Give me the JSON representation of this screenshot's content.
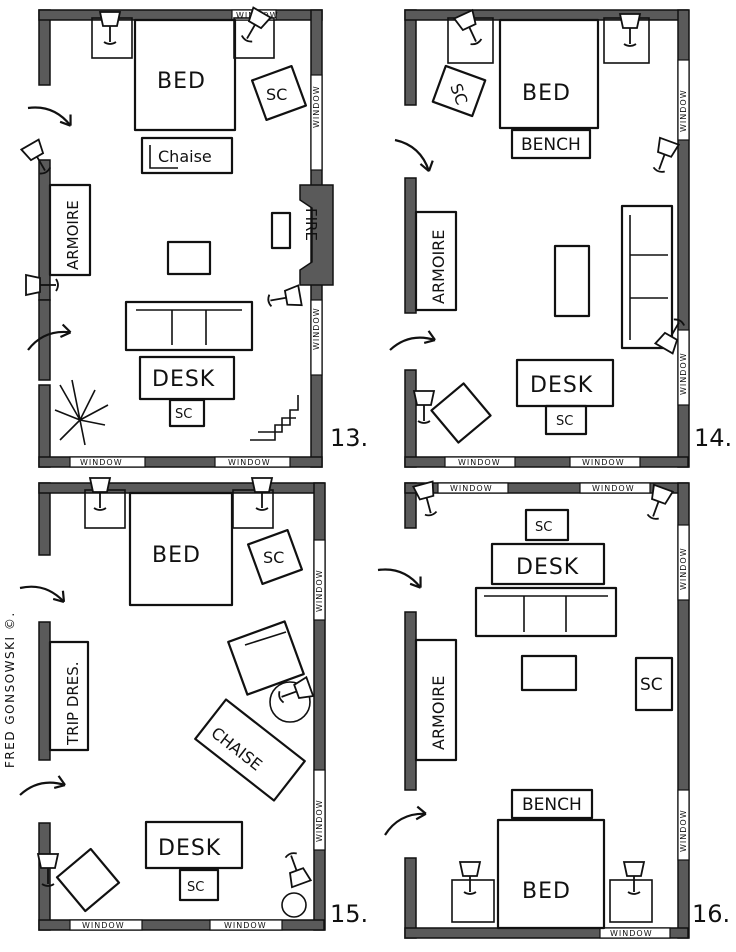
{
  "credit": "FRED GONSOWSKI ©.",
  "plans": [
    {
      "number": "13.",
      "labels": {
        "bed": "BED",
        "chaise": "Chaise",
        "armoire": "ARMOIRE",
        "fire": "FIRE",
        "desk": "DESK",
        "sc_1": "SC",
        "sc_2": "SC",
        "window_right": "WINDOW",
        "window_bottom_1": "WINDOW",
        "window_bottom_2": "WINDOW",
        "window_top": "WINDOW",
        "window_right_lower": "WINDOW"
      }
    },
    {
      "number": "14.",
      "labels": {
        "bed": "BED",
        "bench": "BENCH",
        "armoire": "ARMOIRE",
        "desk": "DESK",
        "sc_1": "SC",
        "sc_2": "SC",
        "window_right": "WINDOW",
        "window_right_lower": "WINDOW",
        "window_bottom_1": "WINDOW",
        "window_bottom_2": "WINDOW"
      }
    },
    {
      "number": "15.",
      "labels": {
        "bed": "BED",
        "trip_dres": "TRIP DRES.",
        "chaise": "CHAISE",
        "desk": "DESK",
        "sc_1": "SC",
        "sc_2": "SC",
        "window_right": "WINDOW",
        "window_right_lower": "WINDOW",
        "window_bottom_1": "WINDOW",
        "window_bottom_2": "WINDOW"
      }
    },
    {
      "number": "16.",
      "labels": {
        "bed": "BED",
        "bench": "BENCH",
        "armoire": "ARMOIRE",
        "desk": "DESK",
        "sc_1": "SC",
        "sc_2": "SC",
        "window_top_1": "WINDOW",
        "window_top_2": "WINDOW",
        "window_right": "WINDOW",
        "window_right_lower": "WINDOW",
        "window_bottom": "WINDOW"
      }
    }
  ]
}
